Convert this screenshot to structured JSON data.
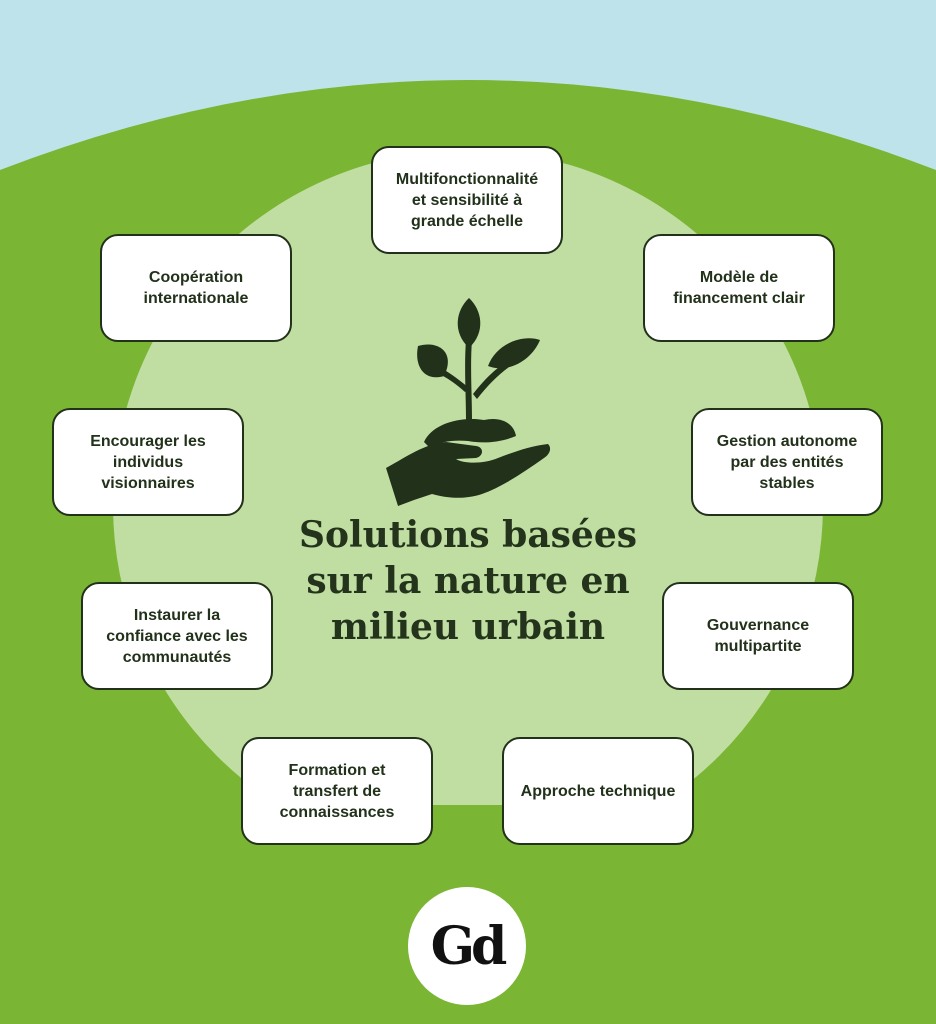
{
  "colors": {
    "sky": "#bfe3ea",
    "field": "#7ab534",
    "inner_circle": "#c0dea2",
    "dark_green": "#22311a",
    "card": "#ffffff"
  },
  "title": "Solutions basées sur la nature en milieu urbain",
  "central_icon": "hand-holding-sprout-icon",
  "nodes": [
    {
      "label": "Multifonctionnalité et sensibilité à grande échelle"
    },
    {
      "label": "Modèle de financement clair"
    },
    {
      "label": "Gestion autonome par des entités stables"
    },
    {
      "label": "Gouvernance multipartite"
    },
    {
      "label": "Approche technique"
    },
    {
      "label": "Formation et transfert de connaissances"
    },
    {
      "label": "Instaurer la confiance avec les communautés"
    },
    {
      "label": "Encourager les individus visionnaires"
    },
    {
      "label": "Coopération internationale"
    }
  ],
  "logo": {
    "text": "Gd"
  }
}
